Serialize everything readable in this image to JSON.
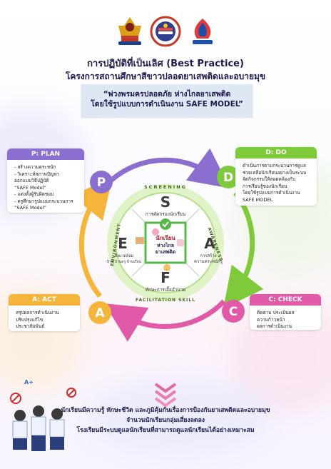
{
  "header": {
    "logos": [
      "ministry-seal-icon",
      "office-emblem-icon",
      "to-be-number-one-icon"
    ],
    "title": "การปฏิบัติที่เป็นเลิศ (Best Practice)",
    "subtitle": "โครงการสถานศึกษาสีขาวปลอดยาเสพติดและอบายมุข"
  },
  "banner": {
    "line1": "“พ่วงพรมครปลอดภัย ห่างไกลยาเสพติด",
    "line2": "โดยใช้รูปแบบการดำเนินงาน SAFE MODEL”"
  },
  "plan": {
    "title": "P: PLAN",
    "items": [
      "- สร้างความตระหนัก",
      "- วิเคราะห์สภาพปัญหา",
      "  ออกแบบวิธีปฏิบัติ",
      "  “SAFE Model”",
      "- แต่งตั้งผู้รับผิดชอบ",
      "- ครูศึกษารูปแบบกระบวนการ",
      "  “SAFE Model”"
    ]
  },
  "do": {
    "title": "D: DO",
    "items": [
      "ดำเนินการตามกระบวนการดูแล",
      "ช่วยเหลือนักเรียนอย่างเป็นระบบ",
      "จัดกิจกรรมให้สอดคล้องกับ",
      "การเรียนรู้ของนักเรียน",
      "โดยใช้รูปแบบการดำเนินงาน",
      "SAFE MODEL"
    ]
  },
  "act": {
    "title": "A: ACT",
    "items": [
      "สรุปผลการดำเนินงาน",
      "ปรับปรุงแก้ไข",
      "ประชาสัมพันธ์"
    ]
  },
  "check": {
    "title": "C: CHECK",
    "items": [
      "ติดตาม ประเมินผล",
      "ความก้าวหน้า",
      "ผลการดำเนินงาน"
    ]
  },
  "cycle": {
    "letters": [
      "P",
      "D",
      "C",
      "A"
    ],
    "colors": [
      "#8a6fd0",
      "#7fca3a",
      "#e05aa8",
      "#f5b53a"
    ]
  },
  "model": {
    "ring": [
      "SCREENING",
      "AWARENESS",
      "FACILITATION SKILL",
      "ENVIRONMENT"
    ],
    "s": {
      "letter": "S",
      "label": "การคัดกรองนักเรียน"
    },
    "a": {
      "letter": "A",
      "label1": "การสร้าง",
      "label2": "ความตระหนักรู้"
    },
    "f": {
      "letter": "F",
      "label": "ทักษะการเอื้ออำนวย"
    },
    "e": {
      "letter": "E",
      "label1": "สิ่งแวดล้อม",
      "label2": "บ้าน บ้านครู บ้านเรียน"
    },
    "center1": "นักเรียน",
    "center2": "ห่างไกล",
    "center3": "ยาเสพติด"
  },
  "footer": {
    "line1": "นักเรียนมีความรู้ ทักษะชีวิต และภูมิคุ้มกันเรื่องการป้องกันยาเสพติดและอบายมุข",
    "line2": "จำนวนนักเรียนกลุ่มเสี่ยงลดลง",
    "line3": "โรงเรียนมีระบบดูแลนักเรียนที่สามารถดูแลนักเรียนได้อย่างเหมาะสม"
  },
  "decor": {
    "grade_badge": "A+"
  }
}
